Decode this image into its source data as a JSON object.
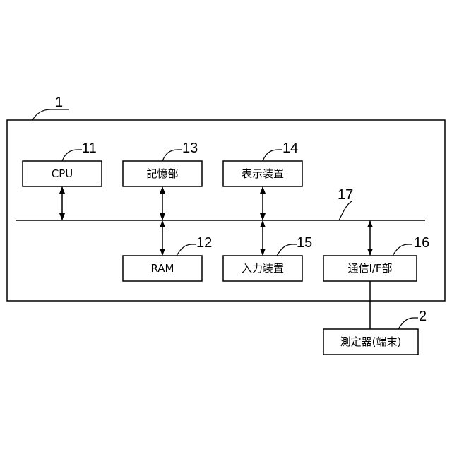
{
  "system": {
    "ref": "1"
  },
  "bus": {
    "ref": "17"
  },
  "components": {
    "cpu": {
      "label": "CPU",
      "ref": "11"
    },
    "storage": {
      "label": "記憶部",
      "ref": "13"
    },
    "display": {
      "label": "表示装置",
      "ref": "14"
    },
    "ram": {
      "label": "RAM",
      "ref": "12"
    },
    "input": {
      "label": "入力装置",
      "ref": "15"
    },
    "comm": {
      "label": "通信I/F部",
      "ref": "16"
    }
  },
  "terminal": {
    "label": "測定器(端末)",
    "ref": "2"
  }
}
